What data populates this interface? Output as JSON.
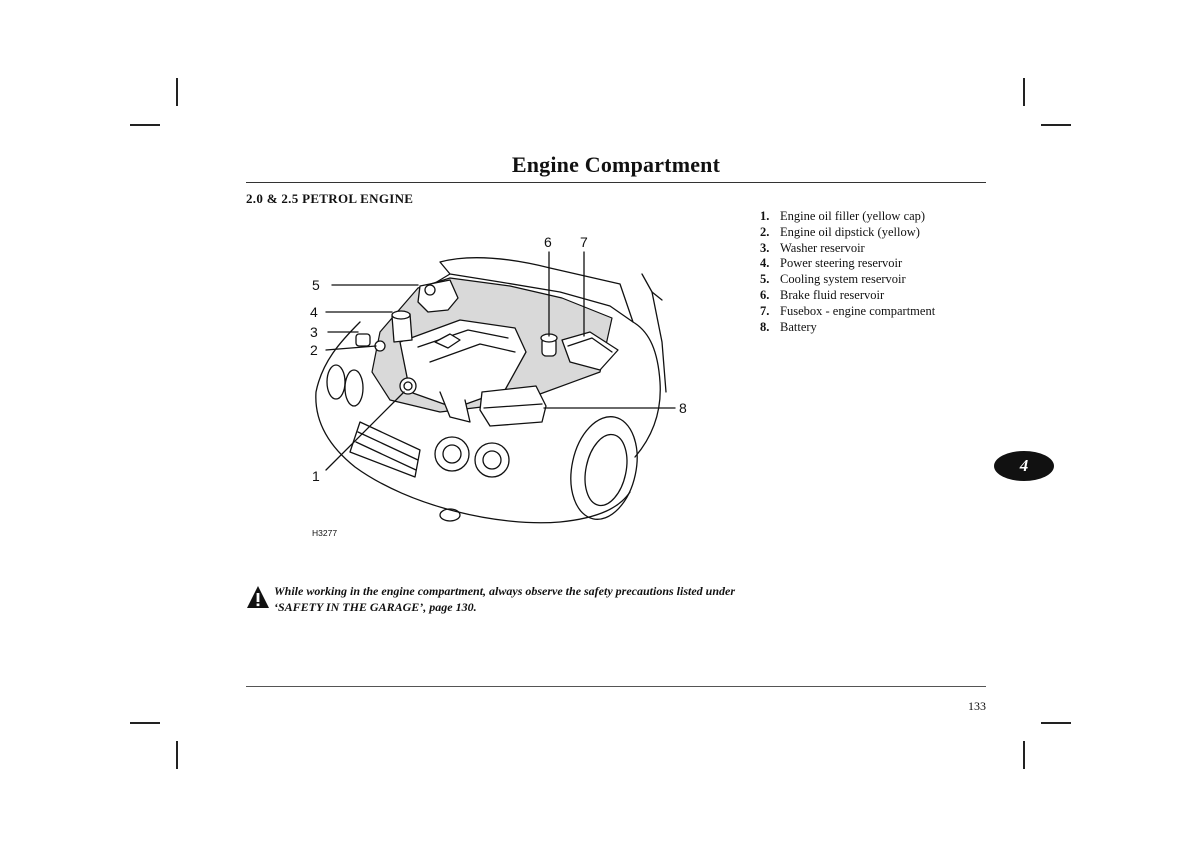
{
  "page": {
    "title": "Engine Compartment",
    "section_heading": "2.0 & 2.5 PETROL ENGINE",
    "page_number": "133",
    "chapter_tab": "4"
  },
  "figure": {
    "code": "H3277",
    "callouts": [
      "1",
      "2",
      "3",
      "4",
      "5",
      "6",
      "7",
      "8"
    ]
  },
  "legend": [
    {
      "num": "1.",
      "label": "Engine oil filler (yellow cap)"
    },
    {
      "num": "2.",
      "label": "Engine oil dipstick (yellow)"
    },
    {
      "num": "3.",
      "label": "Washer reservoir"
    },
    {
      "num": "4.",
      "label": "Power steering reservoir"
    },
    {
      "num": "5.",
      "label": "Cooling system reservoir"
    },
    {
      "num": "6.",
      "label": "Brake fluid reservoir"
    },
    {
      "num": "7.",
      "label": "Fusebox - engine compartment"
    },
    {
      "num": "8.",
      "label": "Battery"
    }
  ],
  "warning": {
    "icon": "warning-triangle-icon",
    "text": "While working in the engine compartment, always observe the safety precautions listed under ‘SAFETY IN THE GARAGE’, page 130."
  }
}
